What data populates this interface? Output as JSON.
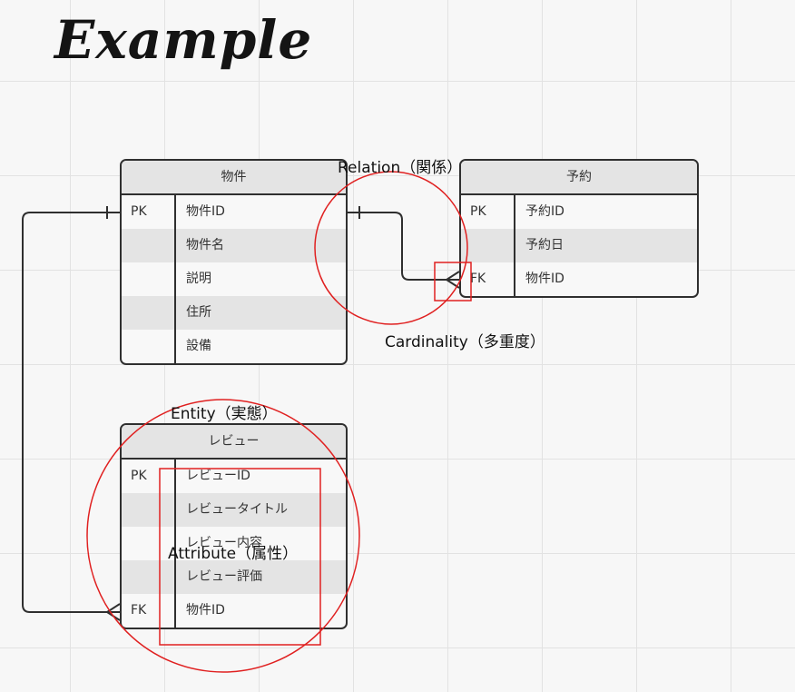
{
  "title": "Example",
  "entities": {
    "property": {
      "name": "物件",
      "rows": [
        {
          "key": "PK",
          "attr": "物件ID"
        },
        {
          "key": "",
          "attr": "物件名"
        },
        {
          "key": "",
          "attr": "説明"
        },
        {
          "key": "",
          "attr": "住所"
        },
        {
          "key": "",
          "attr": "設備"
        }
      ]
    },
    "reservation": {
      "name": "予約",
      "rows": [
        {
          "key": "PK",
          "attr": "予約ID"
        },
        {
          "key": "",
          "attr": "予約日"
        },
        {
          "key": "FK",
          "attr": "物件ID"
        }
      ]
    },
    "review": {
      "name": "レビュー",
      "rows": [
        {
          "key": "PK",
          "attr": "レビューID"
        },
        {
          "key": "",
          "attr": "レビュータイトル"
        },
        {
          "key": "",
          "attr": "レビュー内容"
        },
        {
          "key": "",
          "attr": "レビュー評価"
        },
        {
          "key": "FK",
          "attr": "物件ID"
        }
      ]
    }
  },
  "annotations": {
    "relation": "Relation（関係）",
    "cardinality": "Cardinality（多重度）",
    "entity": "Entity（実態）",
    "attribute": "Attribute（属性）"
  },
  "colors": {
    "highlight": "#e02020",
    "line": "#2f2f2f",
    "header_bg": "#e4e4e4"
  }
}
